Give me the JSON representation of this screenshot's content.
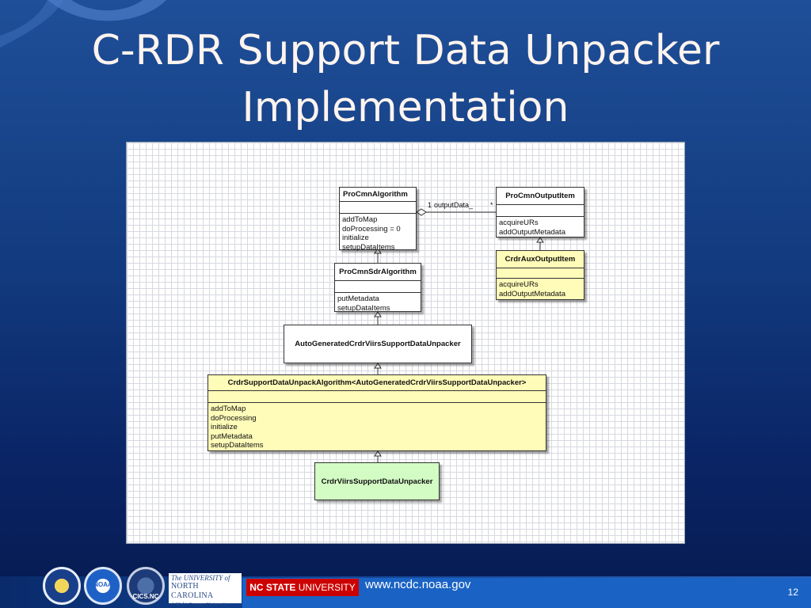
{
  "slide": {
    "title_line1": "C-RDR Support Data Unpacker",
    "title_line2": "Implementation",
    "url": "www.ncdc.noaa.gov",
    "page_number": "12"
  },
  "diagram": {
    "classes": [
      {
        "id": "proCmnAlgorithm",
        "name": "ProCmnAlgorithm",
        "color": "#ffffff",
        "operations": [
          "addToMap",
          "doProcessing = 0",
          "initialize",
          "setupDataItems"
        ]
      },
      {
        "id": "proCmnOutputItem",
        "name": "ProCmnOutputItem",
        "color": "#ffffff",
        "operations": [
          "acquireURs",
          "addOutputMetadata"
        ]
      },
      {
        "id": "crdrAuxOutputItem",
        "name": "CrdrAuxOutputItem",
        "color": "#fffbb8",
        "operations": [
          "acquireURs",
          "addOutputMetadata"
        ]
      },
      {
        "id": "proCmnSdrAlgorithm",
        "name": "ProCmnSdrAlgorithm",
        "color": "#ffffff",
        "operations": [
          "putMetadata",
          "setupDataItems"
        ]
      },
      {
        "id": "autoGenerated",
        "name": "AutoGeneratedCrdrViirsSupportDataUnpacker",
        "color": "#ffffff",
        "operations": []
      },
      {
        "id": "crdrSupportDataUnpackAlgorithm",
        "name": "CrdrSupportDataUnpackAlgorithm<AutoGeneratedCrdrViirsSupportDataUnpacker>",
        "color": "#fffbb8",
        "operations": [
          "addToMap",
          "doProcessing",
          "initialize",
          "putMetadata",
          "setupDataItems"
        ]
      },
      {
        "id": "crdrViirsSupportDataUnpacker",
        "name": "CrdrViirsSupportDataUnpacker",
        "color": "#d3fbc4",
        "operations": []
      }
    ],
    "association": {
      "from": "proCmnAlgorithm",
      "to": "proCmnOutputItem",
      "from_multiplicity": "1",
      "role": "outputData_",
      "to_multiplicity": "*"
    },
    "generalizations": [
      {
        "child": "crdrAuxOutputItem",
        "parent": "proCmnOutputItem"
      },
      {
        "child": "proCmnSdrAlgorithm",
        "parent": "proCmnAlgorithm"
      },
      {
        "child": "autoGenerated",
        "parent": "proCmnSdrAlgorithm"
      },
      {
        "child": "crdrSupportDataUnpackAlgorithm",
        "parent": "autoGenerated"
      },
      {
        "child": "crdrViirsSupportDataUnpacker",
        "parent": "crdrSupportDataUnpackAlgorithm"
      }
    ]
  },
  "footer": {
    "logos": [
      {
        "name": "doc-seal-logo"
      },
      {
        "name": "noaa-logo",
        "text": "NOAA"
      },
      {
        "name": "cics-nc-logo",
        "text": "CICS.NC"
      }
    ],
    "unc": {
      "line1": "The UNIVERSITY of",
      "line2": "NORTH CAROLINA",
      "line3": "A Multi-Campus University"
    },
    "ncsu": {
      "bold": "NC STATE",
      "rest": " UNIVERSITY"
    }
  }
}
